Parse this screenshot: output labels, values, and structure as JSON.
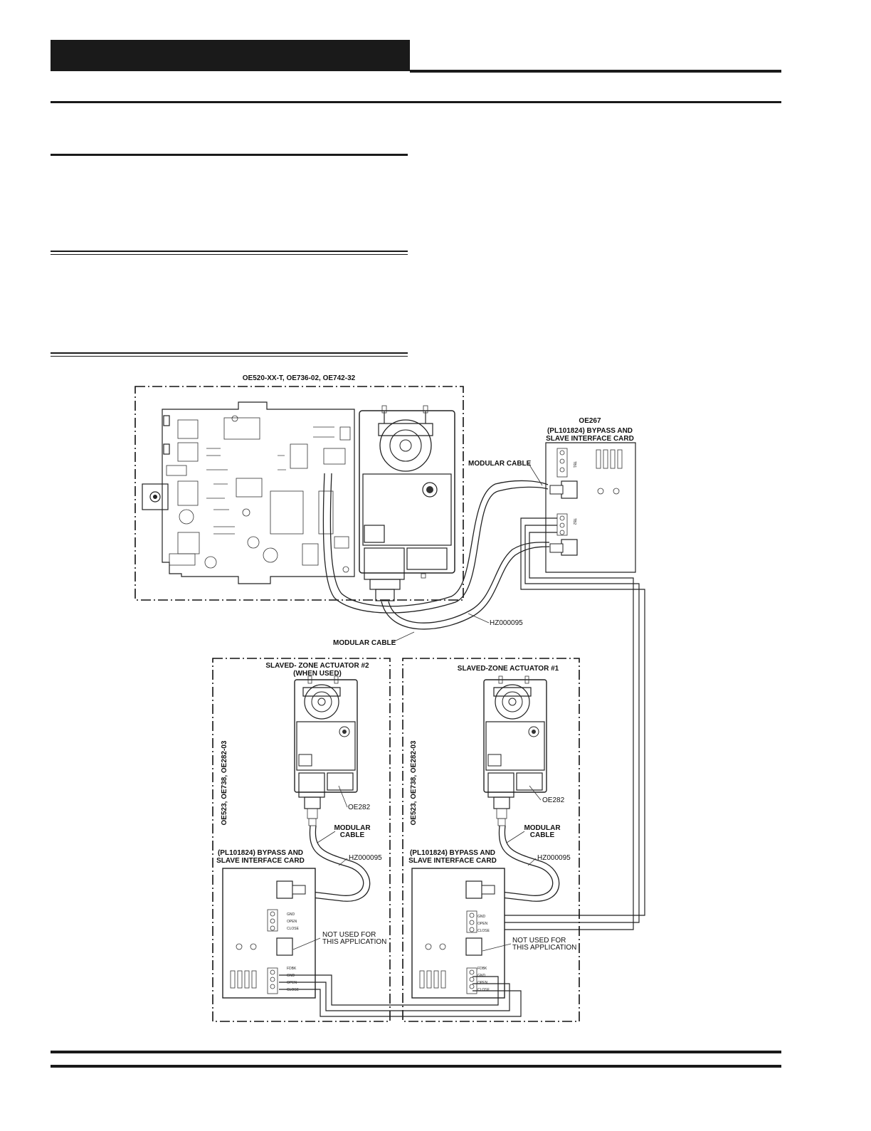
{
  "header": {
    "tab_text": ""
  },
  "diagram": {
    "main_group_title": "OE520-XX-T, OE736-02, OE742-32",
    "oe267": {
      "title": "OE267",
      "subtitle_1": "(PL101824) BYPASS AND",
      "subtitle_2": "SLAVE INTERFACE CARD"
    },
    "cable_labels": {
      "modular_cable_top": "MODULAR CABLE",
      "modular_cable_bottom": "MODULAR CABLE",
      "hz_top": "HZ000095"
    },
    "slave2": {
      "side_label": "OE523, OE738, OE282-03",
      "title_1": "SLAVED- ZONE ACTUATOR #2",
      "title_2": "(WHEN USED)",
      "oe282": "OE282",
      "modular_1": "MODULAR",
      "modular_2": "CABLE",
      "hz": "HZ000095",
      "card_1": "(PL101824) BYPASS AND",
      "card_2": "SLAVE INTERFACE CARD",
      "not_used_1": "NOT USED FOR",
      "not_used_2": "THIS APPLICATION"
    },
    "slave1": {
      "side_label": "OE523, OE738, OE282-03",
      "title_1": "SLAVED-ZONE  ACTUATOR  #1",
      "oe282": "OE282",
      "modular_1": "MODULAR",
      "modular_2": "CABLE",
      "hz": "HZ000095",
      "card_1": "(PL101824) BYPASS AND",
      "card_2": "SLAVE INTERFACE CARD",
      "not_used_1": "NOT USED FOR",
      "not_used_2": "THIS APPLICATION"
    },
    "terminal_labels": {
      "gnd": "GND",
      "open": "OPEN",
      "close": "CLOSE",
      "fdbk": "FDBK",
      "tb1": "TB1",
      "tb2": "TB2"
    }
  }
}
